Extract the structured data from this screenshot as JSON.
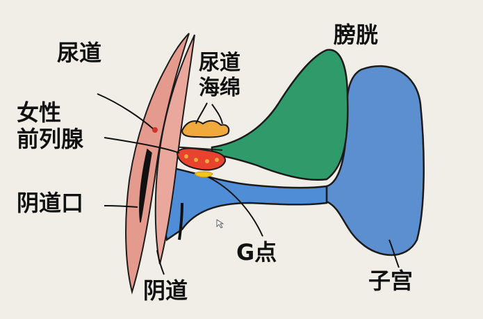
{
  "labels": {
    "urethra": "尿道",
    "urethral_sponge_line1": "尿道",
    "urethral_sponge_line2": "海绵",
    "bladder": "膀胱",
    "female_prostate_line1": "女性",
    "female_prostate_line2": "前列腺",
    "vaginal_opening": "阴道口",
    "vagina": "阴道",
    "g_spot": "G点",
    "uterus": "子宫"
  },
  "colors": {
    "paper": "#f1eee8",
    "bladder_green": "#2f9a6a",
    "uterus_blue": "#5b8fd0",
    "vagina_blue": "#4f8ed6",
    "labia_pink": "#e59a8e",
    "sponge_orange": "#f0a93c",
    "prostate_red": "#e8432f",
    "g_spot_yellow": "#f2c61a",
    "outline": "#1b1b1b"
  }
}
